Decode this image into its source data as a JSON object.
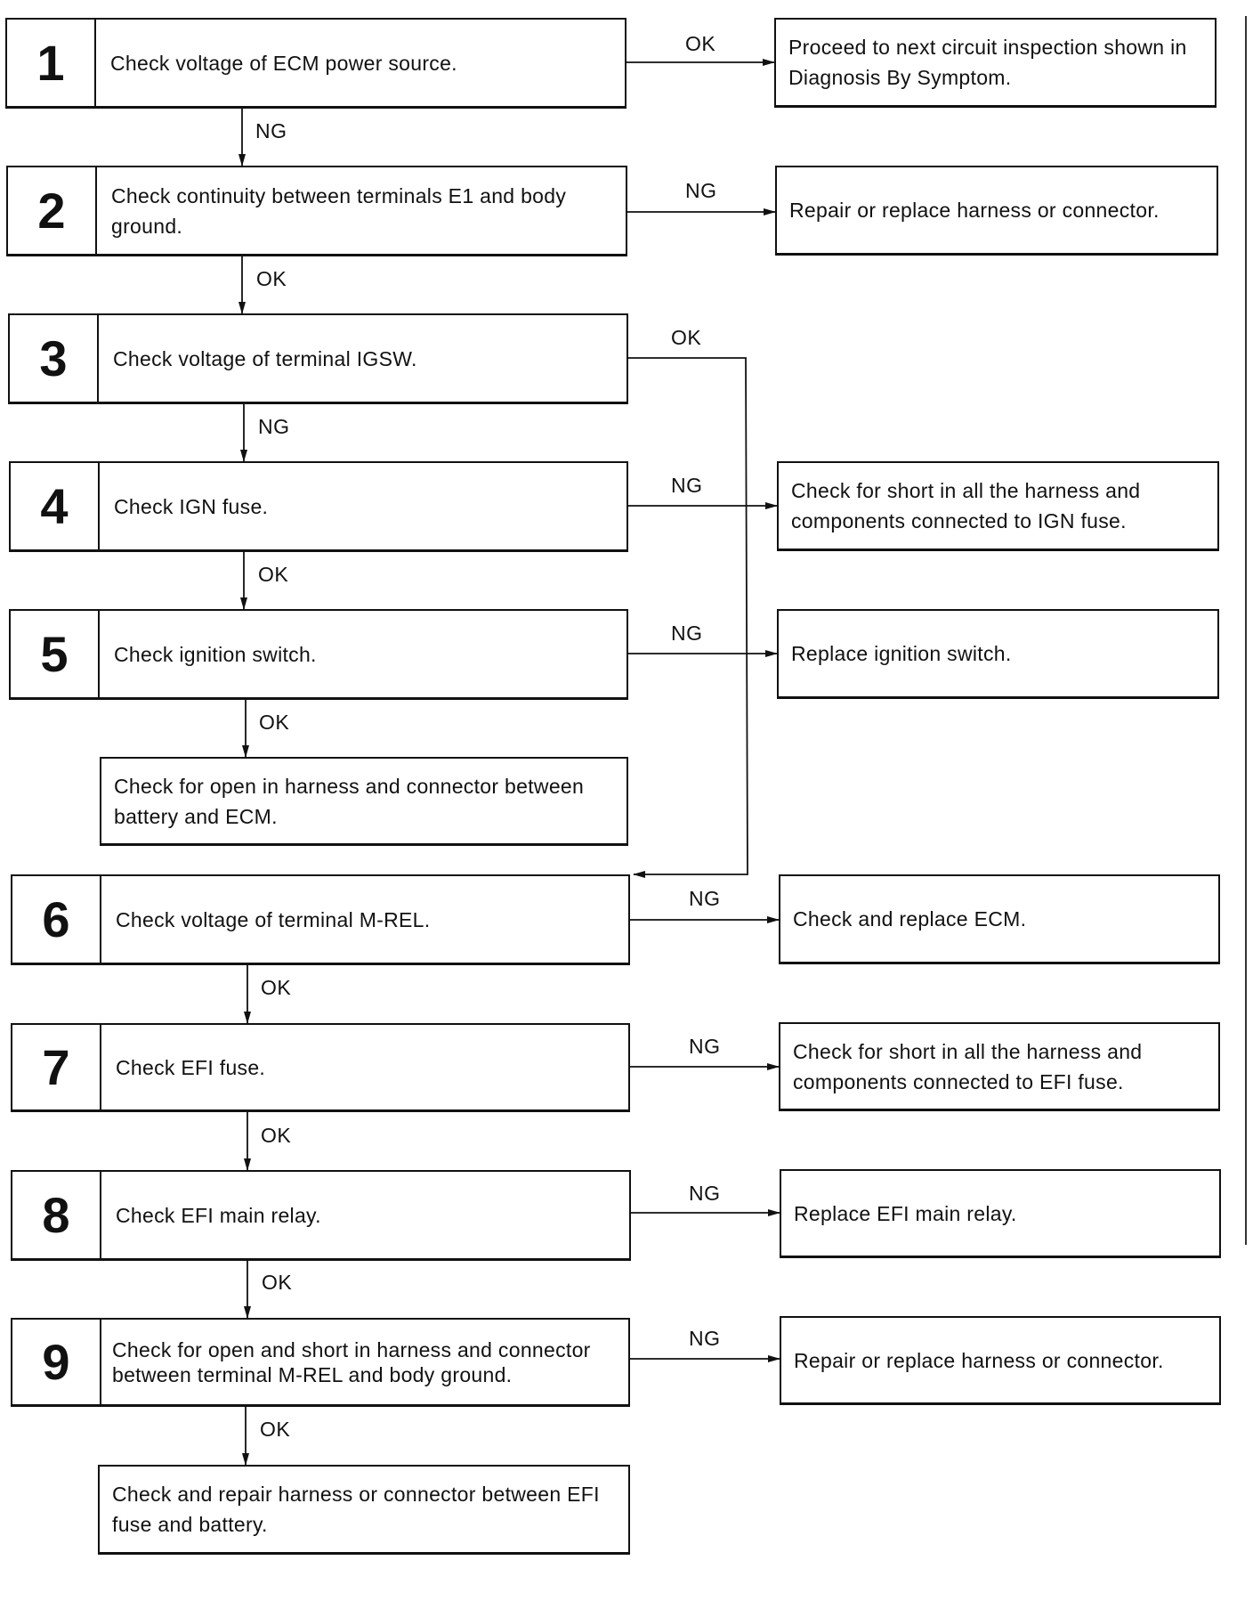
{
  "steps": [
    {
      "num": "1",
      "text": "Check voltage of ECM power source."
    },
    {
      "num": "2",
      "text": "Check continuity between terminals E1 and body ground."
    },
    {
      "num": "3",
      "text": "Check voltage of terminal IGSW."
    },
    {
      "num": "4",
      "text": "Check IGN fuse."
    },
    {
      "num": "5",
      "text": "Check ignition switch."
    },
    {
      "num": "6",
      "text": "Check voltage of terminal M-REL."
    },
    {
      "num": "7",
      "text": "Check EFI fuse."
    },
    {
      "num": "8",
      "text": "Check EFI main relay."
    },
    {
      "num": "9",
      "text": "Check for open and short in harness and connector between terminal M-REL and body ground."
    }
  ],
  "results": [
    {
      "text": "Proceed to next circuit inspection shown in Diagnosis By Symptom."
    },
    {
      "text": "Repair or replace harness or connector."
    },
    {
      "text": "Check for short in all the harness and components connected to IGN fuse."
    },
    {
      "text": "Replace ignition switch."
    },
    {
      "text": "Check and replace ECM."
    },
    {
      "text": "Check for short in all the harness and components connected to EFI fuse."
    },
    {
      "text": "Replace EFI main relay."
    },
    {
      "text": "Repair or replace harness or connector."
    }
  ],
  "terminals": [
    {
      "text": "Check for open in harness and connector between battery and ECM."
    },
    {
      "text": "Check and repair harness or connector between EFI fuse and battery."
    }
  ],
  "branch_labels": {
    "s1_right": "OK",
    "s1_down": "NG",
    "s2_right": "NG",
    "s2_down": "OK",
    "s3_right": "OK",
    "s3_down": "NG",
    "s4_right": "NG",
    "s4_down": "OK",
    "s5_right": "NG",
    "s5_down": "OK",
    "s6_right": "NG",
    "s6_down": "OK",
    "s7_right": "NG",
    "s7_down": "OK",
    "s8_right": "NG",
    "s8_down": "OK",
    "s9_right": "NG",
    "s9_down": "OK"
  },
  "colors": {
    "ink": "#111111",
    "background": "#ffffff"
  }
}
